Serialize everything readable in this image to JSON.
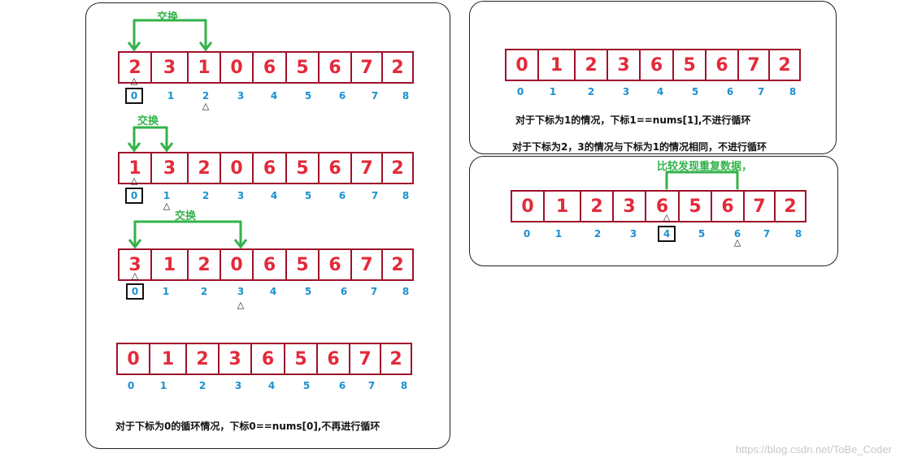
{
  "swap_label": "交换",
  "compare_label": "比较发现重复数据，",
  "left_panel": {
    "rows": [
      {
        "values": [
          "2",
          "3",
          "1",
          "0",
          "6",
          "5",
          "6",
          "7",
          "2"
        ],
        "indices": [
          "0",
          "1",
          "2",
          "3",
          "4",
          "5",
          "6",
          "7",
          "8"
        ],
        "boxed_index": 0,
        "pointers": [
          0,
          2
        ],
        "swap": [
          0,
          2
        ]
      },
      {
        "values": [
          "1",
          "3",
          "2",
          "0",
          "6",
          "5",
          "6",
          "7",
          "2"
        ],
        "indices": [
          "0",
          "1",
          "2",
          "3",
          "4",
          "5",
          "6",
          "7",
          "8"
        ],
        "boxed_index": 0,
        "pointers": [
          0,
          1
        ],
        "swap": [
          0,
          1
        ]
      },
      {
        "values": [
          "3",
          "1",
          "2",
          "0",
          "6",
          "5",
          "6",
          "7",
          "2"
        ],
        "indices": [
          "0",
          "1",
          "2",
          "3",
          "4",
          "5",
          "6",
          "7",
          "8"
        ],
        "boxed_index": 0,
        "pointers": [
          0,
          3
        ],
        "swap": [
          0,
          3
        ]
      },
      {
        "values": [
          "0",
          "1",
          "2",
          "3",
          "6",
          "5",
          "6",
          "7",
          "2"
        ],
        "indices": [
          "0",
          "1",
          "2",
          "3",
          "4",
          "5",
          "6",
          "7",
          "8"
        ]
      }
    ],
    "note": "对于下标为0的循环情况，下标0==nums[0],不再进行循环"
  },
  "right_top_panel": {
    "row": {
      "values": [
        "0",
        "1",
        "2",
        "3",
        "6",
        "5",
        "6",
        "7",
        "2"
      ],
      "indices": [
        "0",
        "1",
        "2",
        "3",
        "4",
        "5",
        "6",
        "7",
        "8"
      ]
    },
    "note1": "对于下标为1的情况，下标1==nums[1],不进行循环",
    "note2": "对于下标为2，3的情况与下标为1的情况相同，不进行循环"
  },
  "right_bottom_panel": {
    "row": {
      "values": [
        "0",
        "1",
        "2",
        "3",
        "6",
        "5",
        "6",
        "7",
        "2"
      ],
      "indices": [
        "0",
        "1",
        "2",
        "3",
        "4",
        "5",
        "6",
        "7",
        "8"
      ],
      "boxed_index": 4,
      "pointers": [
        4,
        6
      ],
      "compare": [
        4,
        6
      ]
    }
  },
  "watermark": "https://blog.csdn.net/ToBe_Coder",
  "colors": {
    "cell_border": "#a0102a",
    "cell_text": "#e32a3a",
    "index_text": "#1a90d0",
    "arrow": "#33b24a"
  }
}
